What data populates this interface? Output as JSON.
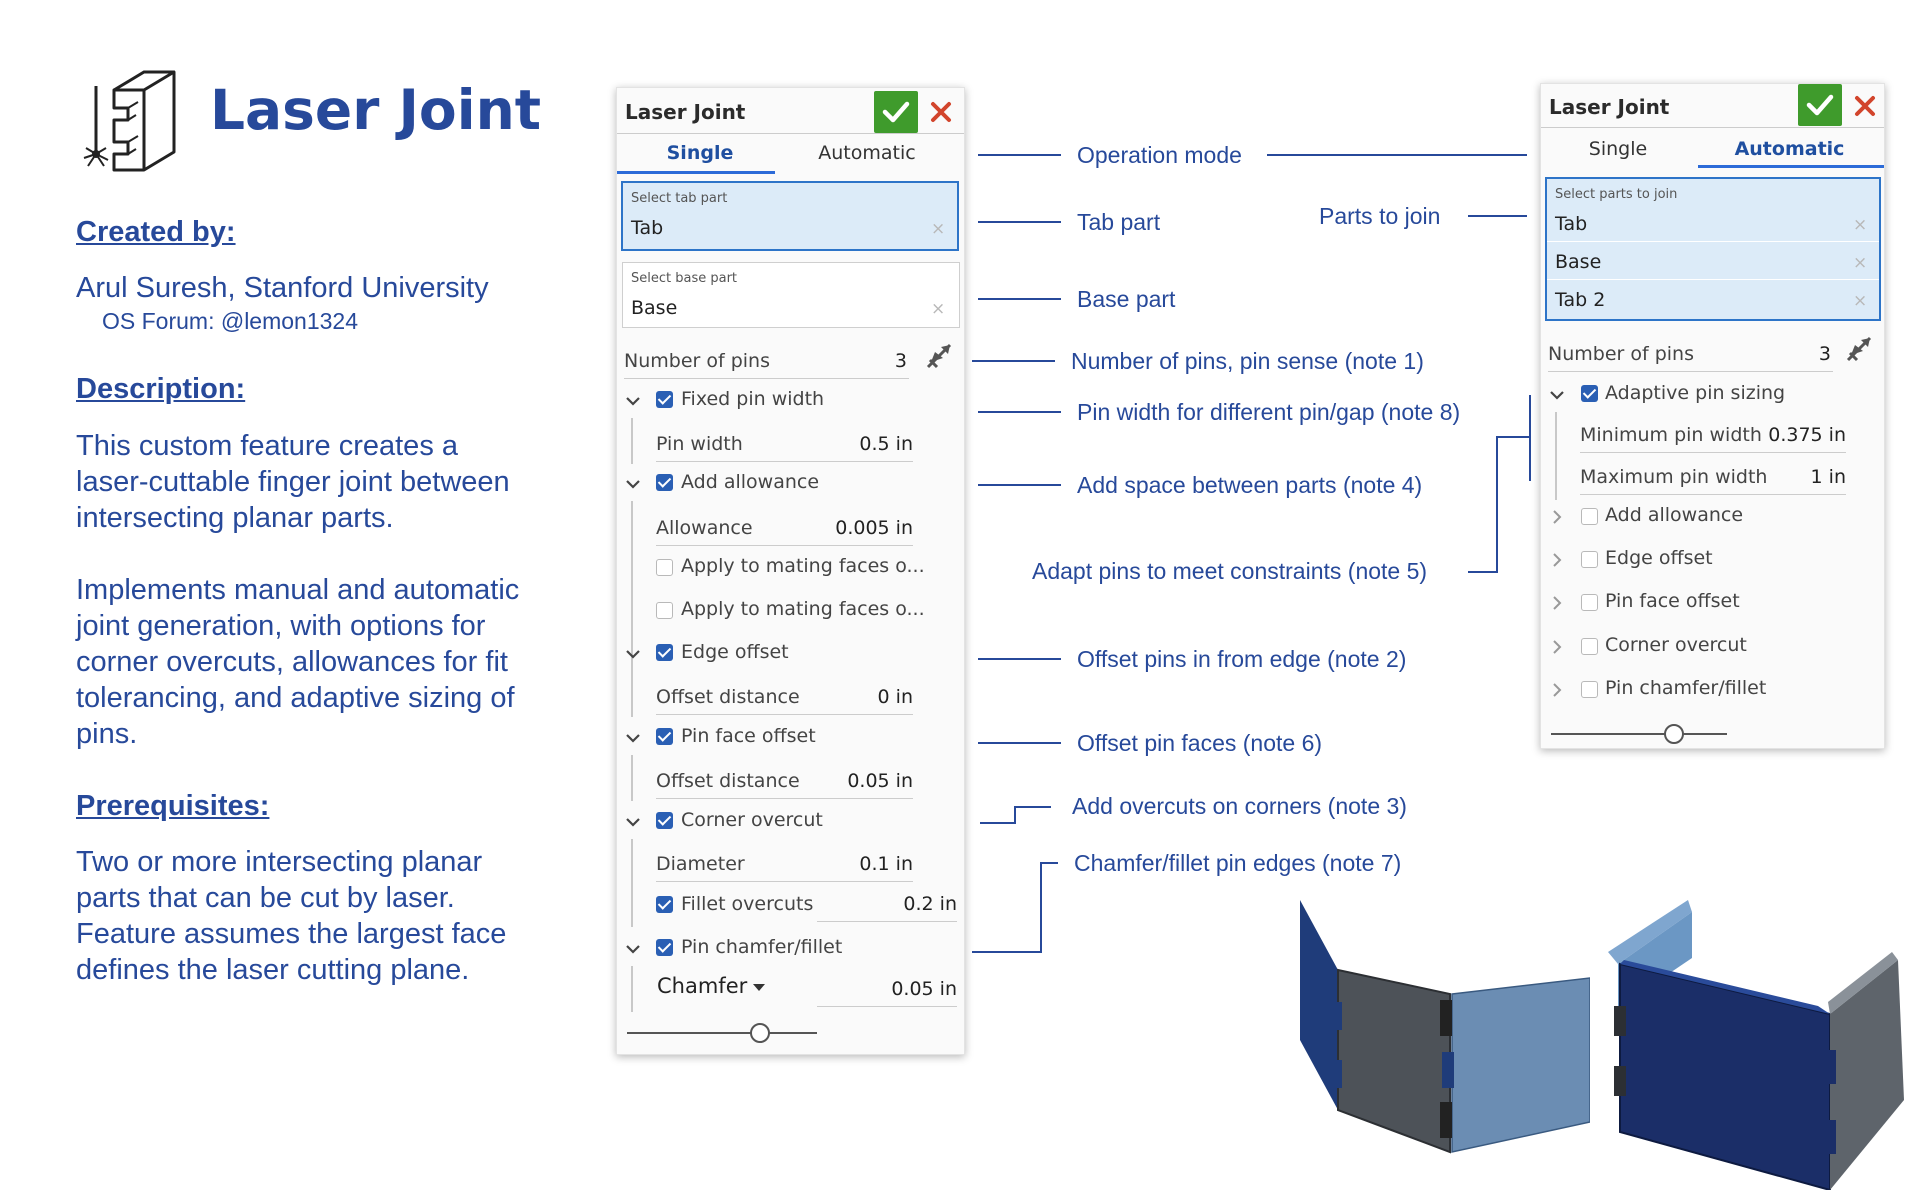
{
  "header": {
    "title": "Laser Joint"
  },
  "info": {
    "created_by_heading": "Created by:",
    "author": "Arul Suresh, Stanford University",
    "forum": "OS Forum: @lemon1324",
    "description_heading": "Description:",
    "description_p1": "This custom feature creates a laser-cuttable finger joint between intersecting planar parts.",
    "description_p2": "Implements manual and automatic joint generation, with options for corner overcuts, allowances for fit tolerancing, and adaptive sizing of pins.",
    "prerequisites_heading": "Prerequisites:",
    "prerequisites": "Two or more intersecting planar parts that can be cut by laser. Feature assumes the largest face defines the laser cutting plane."
  },
  "panel_single": {
    "title": "Laser Joint",
    "tabs": [
      "Single",
      "Automatic"
    ],
    "active_tab": "Single",
    "tab_part": {
      "caption": "Select tab part",
      "value": "Tab"
    },
    "base_part": {
      "caption": "Select base part",
      "value": "Base"
    },
    "num_pins": {
      "label": "Number of pins",
      "value": "3"
    },
    "fixed_pin_width": {
      "label": "Fixed pin width",
      "checked": true
    },
    "pin_width": {
      "label": "Pin width",
      "value": "0.5 in"
    },
    "add_allowance": {
      "label": "Add allowance",
      "checked": true
    },
    "allowance": {
      "label": "Allowance",
      "value": "0.005 in"
    },
    "apply1": {
      "label": "Apply to mating faces o...",
      "checked": false
    },
    "apply2": {
      "label": "Apply to mating faces o...",
      "checked": false
    },
    "edge_offset": {
      "label": "Edge offset",
      "checked": true
    },
    "offset_distance1": {
      "label": "Offset distance",
      "value": "0 in"
    },
    "pin_face_offset": {
      "label": "Pin face offset",
      "checked": true
    },
    "offset_distance2": {
      "label": "Offset distance",
      "value": "0.05 in"
    },
    "corner_overcut": {
      "label": "Corner overcut",
      "checked": true
    },
    "diameter": {
      "label": "Diameter",
      "value": "0.1 in"
    },
    "fillet_overcuts": {
      "label": "Fillet overcuts",
      "value": "0.2 in",
      "checked": true
    },
    "pin_chamfer": {
      "label": "Pin chamfer/fillet",
      "checked": true
    },
    "chamfer": {
      "label": "Chamfer",
      "value": "0.05 in"
    },
    "slider_level": 0.7
  },
  "panel_auto": {
    "title": "Laser Joint",
    "tabs": [
      "Single",
      "Automatic"
    ],
    "active_tab": "Automatic",
    "caption": "Select parts to join",
    "parts": [
      "Tab",
      "Base",
      "Tab 2"
    ],
    "num_pins": {
      "label": "Number of pins",
      "value": "3"
    },
    "adaptive": {
      "label": "Adaptive pin sizing",
      "checked": true
    },
    "min_width": {
      "label": "Minimum pin width",
      "value": "0.375 in"
    },
    "max_width": {
      "label": "Maximum pin width",
      "value": "1 in"
    },
    "add_allowance": {
      "label": "Add allowance",
      "checked": false
    },
    "edge_offset": {
      "label": "Edge offset",
      "checked": false
    },
    "pin_face_offset": {
      "label": "Pin face offset",
      "checked": false
    },
    "corner_overcut": {
      "label": "Corner overcut",
      "checked": false
    },
    "pin_chamfer": {
      "label": "Pin chamfer/fillet",
      "checked": false
    },
    "slider_level": 0.7
  },
  "annotations": {
    "operation_mode": "Operation mode",
    "tab_part": "Tab part",
    "parts_to_join": "Parts to join",
    "base_part": "Base part",
    "num_pins": "Number of pins, pin sense (note 1)",
    "pin_width": "Pin width for different pin/gap (note 8)",
    "add_space": "Add space between parts (note 4)",
    "adapt_pins": "Adapt pins to meet constraints (note 5)",
    "offset_edge": "Offset pins in from edge (note 2)",
    "offset_faces": "Offset pin faces (note 6)",
    "overcuts": "Add overcuts on corners (note 3)",
    "chamfer": "Chamfer/fillet pin edges (note 7)"
  },
  "colors": {
    "accent": "#27499a",
    "ok_green": "#3f9b2c",
    "cancel_red": "#d2452c",
    "checkbox_blue": "#2a5fb4",
    "selection_blue": "#dcebf8"
  }
}
